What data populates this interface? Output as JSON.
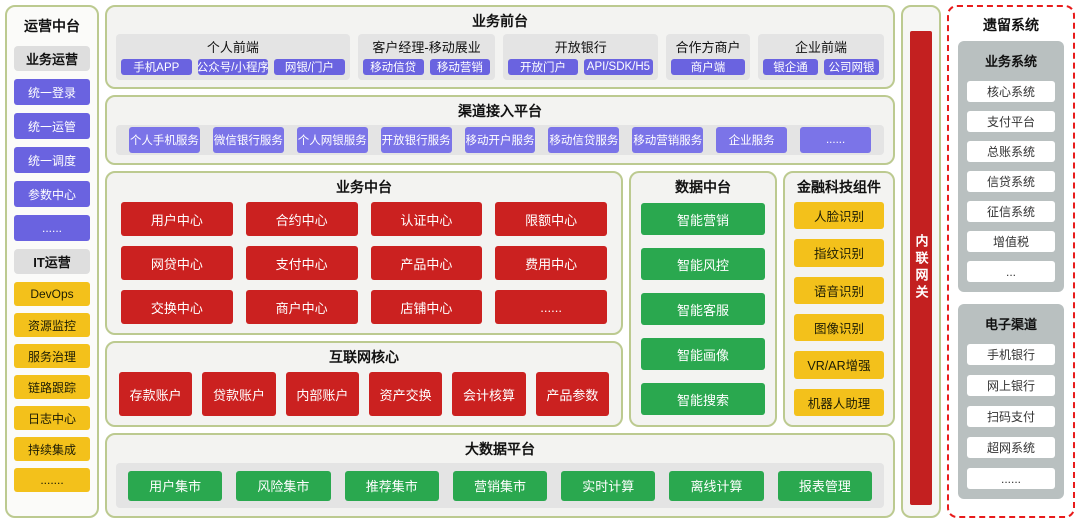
{
  "colors": {
    "purple": "#6a63e0",
    "purple_light": "#7b74e8",
    "red": "#cb2120",
    "green": "#2aa84f",
    "yellow": "#f3c11b",
    "gateway_red": "#c32020",
    "panel_border": "#bcca90",
    "strip": "#e4e4e4",
    "legacy_gray": "#b9c0c0",
    "legacy_border": "#e81b1b"
  },
  "sidebar": {
    "title": "运营中台",
    "groups": [
      {
        "header": "业务运营",
        "items": [
          "统一登录",
          "统一运管",
          "统一调度",
          "参数中心",
          "......"
        ]
      },
      {
        "header": "IT运营",
        "items": [
          "DevOps",
          "资源监控",
          "服务治理",
          "链路跟踪",
          "日志中心",
          "持续集成",
          "......."
        ]
      }
    ]
  },
  "front_stage": {
    "title": "业务前台",
    "sections": [
      {
        "name": "个人前端",
        "items": [
          "手机APP",
          "公众号/小程序",
          "网银/门户"
        ]
      },
      {
        "name": "客户经理-移动展业",
        "items": [
          "移动信贷",
          "移动营销"
        ]
      },
      {
        "name": "开放银行",
        "items": [
          "开放门户",
          "API/SDK/H5"
        ]
      },
      {
        "name": "合作方商户",
        "items": [
          "商户端"
        ]
      },
      {
        "name": "企业前端",
        "items": [
          "银企通",
          "公司网银"
        ]
      }
    ]
  },
  "channel_platform": {
    "title": "渠道接入平台",
    "items": [
      "个人手机服务",
      "微信银行服务",
      "个人网银服务",
      "开放银行服务",
      "移动开户服务",
      "移动信贷服务",
      "移动营销服务",
      "企业服务",
      "......"
    ]
  },
  "business_middle": {
    "title": "业务中台",
    "items": [
      "用户中心",
      "合约中心",
      "认证中心",
      "限额中心",
      "网贷中心",
      "支付中心",
      "产品中心",
      "费用中心",
      "交换中心",
      "商户中心",
      "店铺中心",
      "......"
    ]
  },
  "internet_core": {
    "title": "互联网核心",
    "items": [
      "存款账户",
      "贷款账户",
      "内部账户",
      "资产交换",
      "会计核算",
      "产品参数"
    ]
  },
  "data_middle": {
    "title": "数据中台",
    "items": [
      "智能营销",
      "智能风控",
      "智能客服",
      "智能画像",
      "智能搜索"
    ]
  },
  "fintech_components": {
    "title": "金融科技组件",
    "items": [
      "人脸识别",
      "指纹识别",
      "语音识别",
      "图像识别",
      "VR/AR增强",
      "机器人助理"
    ]
  },
  "bigdata_platform": {
    "title": "大数据平台",
    "items": [
      "用户集市",
      "风险集市",
      "推荐集市",
      "营销集市",
      "实时计算",
      "离线计算",
      "报表管理"
    ]
  },
  "gateway": {
    "label": "内联网关"
  },
  "legacy": {
    "title": "遗留系统",
    "groups": [
      {
        "header": "业务系统",
        "items": [
          "核心系统",
          "支付平台",
          "总账系统",
          "信贷系统",
          "征信系统",
          "增值税",
          "..."
        ]
      },
      {
        "header": "电子渠道",
        "items": [
          "手机银行",
          "网上银行",
          "扫码支付",
          "超网系统",
          "......"
        ]
      }
    ]
  }
}
